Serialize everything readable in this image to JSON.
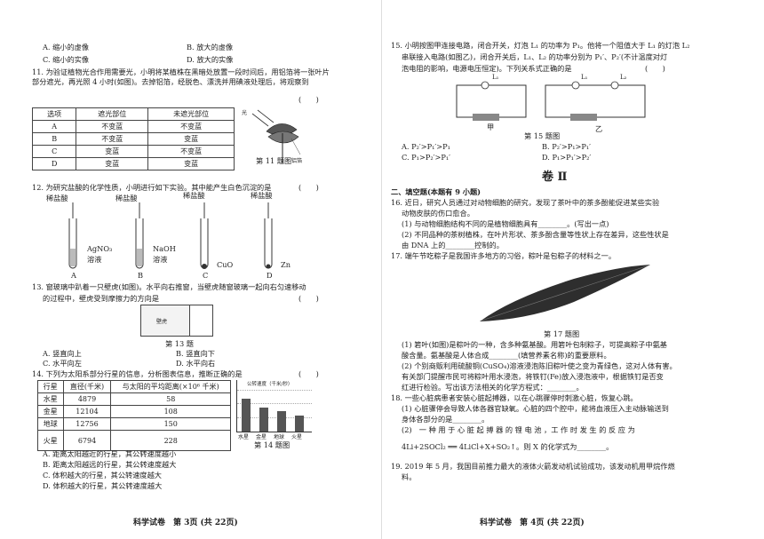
{
  "left": {
    "opts10": {
      "a": "A. 缩小的虚像",
      "b": "B. 放大的虚像",
      "c": "C. 缩小的实像",
      "d": "D. 放大的实像"
    },
    "q11": {
      "text": "11. 为验证植物光合作用需要光，小明将某植株在黑暗处放置一段时间后，用铝箔将一张叶片部分遮光，再光照 4 小时(如图)。去掉铝箔，经脱色、漂洗并用碘液处理后，将观察到",
      "paren": "(　　)",
      "headers": [
        "选项",
        "遮光部位",
        "未遮光部位"
      ],
      "rows": [
        [
          "A",
          "不变蓝",
          "不变蓝"
        ],
        [
          "B",
          "不变蓝",
          "变蓝"
        ],
        [
          "C",
          "变蓝",
          "不变蓝"
        ],
        [
          "D",
          "变蓝",
          "变蓝"
        ]
      ],
      "fig_light": "光",
      "fig_foil": "铝箔",
      "caption": "第 11 题图"
    },
    "q12": {
      "text": "12. 为研究盐酸的化学性质，小明进行如下实验。其中能产生白色沉淀的是",
      "paren": "(　　)",
      "acid": "稀盐酸",
      "tubes": [
        {
          "reagent": "AgNO₃",
          "reagent2": "溶液",
          "letter": "A"
        },
        {
          "reagent": "NaOH",
          "reagent2": "溶液",
          "letter": "B"
        },
        {
          "reagent": "CuO",
          "reagent2": "",
          "letter": "C"
        },
        {
          "reagent": "Zn",
          "reagent2": "",
          "letter": "D"
        }
      ]
    },
    "q13": {
      "text1": "13. 窗玻璃中趴着一只壁虎(如图)。水平向右推窗，当壁虎随窗玻璃一起向右匀速移动",
      "text2": "的过程中，壁虎受到摩擦力的方向是",
      "paren": "(　　)",
      "fig_label": "壁虎",
      "caption": "第 13 题",
      "a": "A. 竖直向上",
      "b": "B. 竖直向下",
      "c": "C. 水平向左",
      "d": "D. 水平向右"
    },
    "q14": {
      "text": "14. 下列为太阳系部分行星的信息，分析图表信息，推断正确的是",
      "paren": "(　　)",
      "headers": [
        "行星",
        "直径(千米)",
        "与太阳的平均距离(×10⁶ 千米)"
      ],
      "rows": [
        [
          "水星",
          "4879",
          "58"
        ],
        [
          "金星",
          "12104",
          "108"
        ],
        [
          "地球",
          "12756",
          "150"
        ],
        [
          "火星",
          "6794",
          "228"
        ]
      ],
      "caption": "第 14 题图",
      "a": "A. 距离太阳越近的行星，其公转速度越小",
      "b": "B. 距离太阳越远的行星，其公转速度越大",
      "c": "C. 体积越大的行星，其公转速度越大",
      "d": "D. 体积越大的行星，其公转速度越大"
    },
    "footer": "科学试卷　第 3页 (共 22页)"
  },
  "chart_data": {
    "type": "bar",
    "title": "公转速度（千米/秒）",
    "categories": [
      "水星",
      "金星",
      "地球",
      "火星"
    ],
    "values": [
      48,
      35,
      30,
      24
    ],
    "ylim": [
      0,
      60
    ],
    "grid": true
  },
  "right": {
    "q15": {
      "text1": "15. 小明按图甲连接电路，闭合开关，灯泡 L₁ 的功率为 P₁。他将一个阻值大于 L₁ 的灯泡 L₂",
      "text2": "串联接入电路(如图乙)，闭合开关后，L₁、L₂ 的功率分别为 P₁′、P₂′(不计温度对灯",
      "text3": "泡电阻的影响，电源电压恒定)。下列关系式正确的是",
      "paren": "(　　)",
      "lbl_jia": "甲",
      "lbl_yi": "乙",
      "lbl_l1": "L₁",
      "lbl_l1b": "L₁",
      "lbl_l2": "L₂",
      "caption": "第 15 题图",
      "a": "A. P₂′>P₁′>P₁",
      "b": "B. P₂′>P₁>P₁′",
      "c": "C. P₁>P₂′>P₁′",
      "d": "D. P₁>P₁′>P₂′"
    },
    "section": "卷 Ⅱ",
    "part2": "二、填空题(本题有 9 小题)",
    "q16": {
      "l1": "16. 近日，研究人员通过对动物细胞的研究，发现了茶叶中的茶多酚能促进某些实验",
      "l2": "动物皮肤的伤口愈合。",
      "l3": "(1) 与动物细胞结构不同的是植物细胞具有________。(写出一点)",
      "l4": "(2) 不同品种的茶树植株，在叶片形状、茶多酚含量等性状上存在差异，这些性状是",
      "l5": "由 DNA 上的________控制的。"
    },
    "q17": {
      "l1": "17. 端午节吃粽子是我国许多地方的习俗，粽叶是包粽子的材料之一。",
      "caption": "第 17 题图",
      "l2": "(1) 箬叶(如图)是粽叶的一种，含多种氨基酸。用箬叶包制粽子，可提高粽子中氨基",
      "l3": "酸含量。氨基酸是人体合成________(填营养素名称)的重要原料。",
      "l4": "(2) 个别商贩利用硫酸铜(CuSO₄)溶液浸泡陈旧粽叶使之变为青绿色，这对人体有害。",
      "l5": "有关部门提醒市民可将粽叶用水浸泡，将铁钉(Fe)放入浸泡液中，根据铁钉是否变",
      "l6": "红进行检验。写出该方法相关的化学方程式：________。"
    },
    "q18": {
      "l1": "18. 一些心脏病患者安装心脏起搏器，以在心跳骤停时刺激心脏，恢复心跳。",
      "l2": "(1) 心脏骤停会导致人体各器官缺氧。心脏的四个腔中，能将血液压入主动脉输送到",
      "l3": "身体各部分的是________。",
      "l4": "(2)　一 种 用 于 心 脏 起 搏 器 的 锂 电 池 ，工 作 时 发 生 的 反 应 为",
      "l5": "4Li+2SOCl₂ ══ 4LiCl+X+SO₂↑。则 X 的化学式为________。"
    },
    "q19": {
      "l1": "19. 2019 年 5 月，我国目前推力最大的液体火箭发动机试验成功，该发动机用甲烷作燃",
      "l2": "料。"
    },
    "footer": "科学试卷　第 4页 (共 22页)"
  }
}
